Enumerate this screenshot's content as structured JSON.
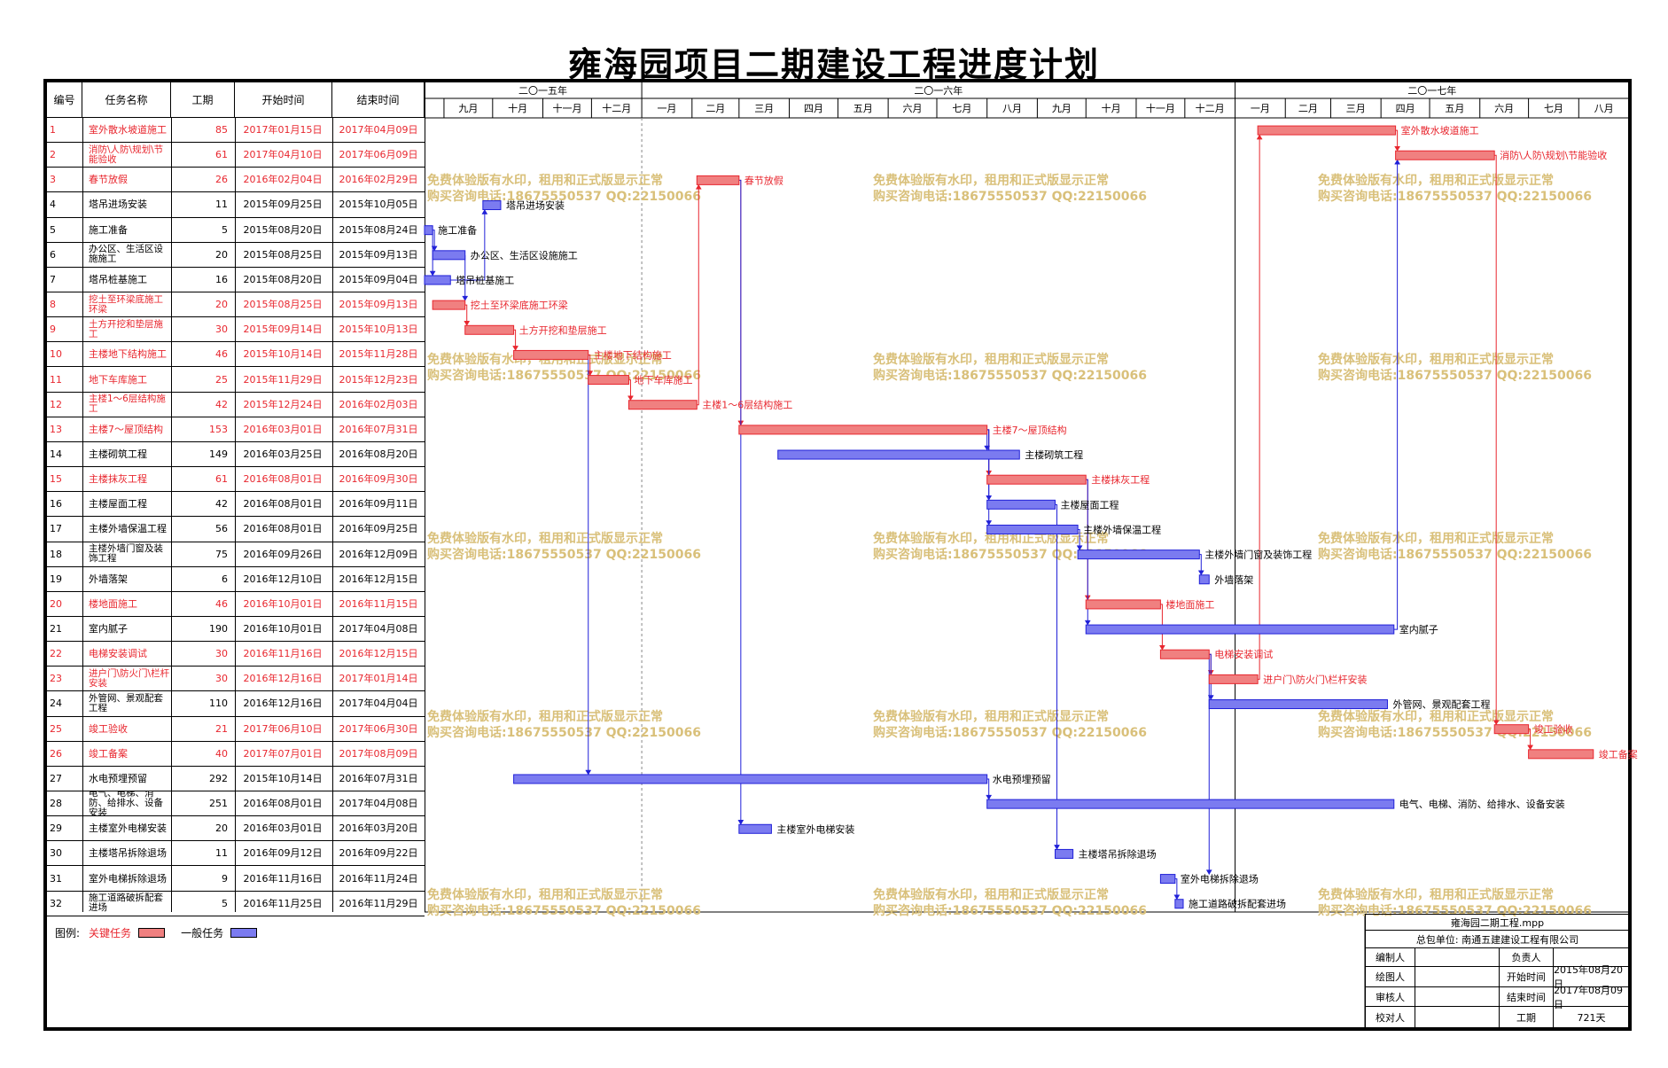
{
  "title": "雍海园项目二期建设工程进度计划",
  "columns": [
    "编号",
    "任务名称",
    "工期",
    "开始时间",
    "结束时间"
  ],
  "years": [
    {
      "label": "二〇一五年",
      "months": [
        "九月",
        "十月",
        "十一月",
        "十二月"
      ]
    },
    {
      "label": "二〇一六年",
      "months": [
        "一月",
        "二月",
        "三月",
        "四月",
        "五月",
        "六月",
        "七月",
        "八月",
        "九月",
        "十月",
        "十一月",
        "十二月"
      ]
    },
    {
      "label": "二〇一七年",
      "months": [
        "一月",
        "二月",
        "三月",
        "四月",
        "五月",
        "六月",
        "七月",
        "八月"
      ]
    }
  ],
  "tasks": [
    {
      "id": "1",
      "name": "室外散水坡道施工",
      "dur": "85",
      "start": "2017年01月15日",
      "end": "2017年04月09日",
      "critical": true
    },
    {
      "id": "2",
      "name": "消防\\人防\\规划\\节能验收",
      "dur": "61",
      "start": "2017年04月10日",
      "end": "2017年06月09日",
      "critical": true
    },
    {
      "id": "3",
      "name": "春节放假",
      "dur": "26",
      "start": "2016年02月04日",
      "end": "2016年02月29日",
      "critical": true
    },
    {
      "id": "4",
      "name": "塔吊进场安装",
      "dur": "11",
      "start": "2015年09月25日",
      "end": "2015年10月05日",
      "critical": false
    },
    {
      "id": "5",
      "name": "施工准备",
      "dur": "5",
      "start": "2015年08月20日",
      "end": "2015年08月24日",
      "critical": false
    },
    {
      "id": "6",
      "name": "办公区、生活区设施施工",
      "dur": "20",
      "start": "2015年08月25日",
      "end": "2015年09月13日",
      "critical": false
    },
    {
      "id": "7",
      "name": "塔吊桩基施工",
      "dur": "16",
      "start": "2015年08月20日",
      "end": "2015年09月04日",
      "critical": false
    },
    {
      "id": "8",
      "name": "挖土至环梁底施工环梁",
      "dur": "20",
      "start": "2015年08月25日",
      "end": "2015年09月13日",
      "critical": true
    },
    {
      "id": "9",
      "name": "土方开挖和垫层施工",
      "dur": "30",
      "start": "2015年09月14日",
      "end": "2015年10月13日",
      "critical": true
    },
    {
      "id": "10",
      "name": "主楼地下结构施工",
      "dur": "46",
      "start": "2015年10月14日",
      "end": "2015年11月28日",
      "critical": true
    },
    {
      "id": "11",
      "name": "地下车库施工",
      "dur": "25",
      "start": "2015年11月29日",
      "end": "2015年12月23日",
      "critical": true
    },
    {
      "id": "12",
      "name": "主楼1～6层结构施工",
      "dur": "42",
      "start": "2015年12月24日",
      "end": "2016年02月03日",
      "critical": true
    },
    {
      "id": "13",
      "name": "主楼7～屋顶结构",
      "dur": "153",
      "start": "2016年03月01日",
      "end": "2016年07月31日",
      "critical": true
    },
    {
      "id": "14",
      "name": "主楼砌筑工程",
      "dur": "149",
      "start": "2016年03月25日",
      "end": "2016年08月20日",
      "critical": false
    },
    {
      "id": "15",
      "name": "主楼抹灰工程",
      "dur": "61",
      "start": "2016年08月01日",
      "end": "2016年09月30日",
      "critical": true
    },
    {
      "id": "16",
      "name": "主楼屋面工程",
      "dur": "42",
      "start": "2016年08月01日",
      "end": "2016年09月11日",
      "critical": false
    },
    {
      "id": "17",
      "name": "主楼外墙保温工程",
      "dur": "56",
      "start": "2016年08月01日",
      "end": "2016年09月25日",
      "critical": false
    },
    {
      "id": "18",
      "name": "主楼外墙门窗及装饰工程",
      "dur": "75",
      "start": "2016年09月26日",
      "end": "2016年12月09日",
      "critical": false
    },
    {
      "id": "19",
      "name": "外墙落架",
      "dur": "6",
      "start": "2016年12月10日",
      "end": "2016年12月15日",
      "critical": false
    },
    {
      "id": "20",
      "name": "楼地面施工",
      "dur": "46",
      "start": "2016年10月01日",
      "end": "2016年11月15日",
      "critical": true
    },
    {
      "id": "21",
      "name": "室内腻子",
      "dur": "190",
      "start": "2016年10月01日",
      "end": "2017年04月08日",
      "critical": false
    },
    {
      "id": "22",
      "name": "电梯安装调试",
      "dur": "30",
      "start": "2016年11月16日",
      "end": "2016年12月15日",
      "critical": true
    },
    {
      "id": "23",
      "name": "进户门\\防火门\\栏杆安装",
      "dur": "30",
      "start": "2016年12月16日",
      "end": "2017年01月14日",
      "critical": true
    },
    {
      "id": "24",
      "name": "外管网、景观配套工程",
      "dur": "110",
      "start": "2016年12月16日",
      "end": "2017年04月04日",
      "critical": false
    },
    {
      "id": "25",
      "name": "竣工验收",
      "dur": "21",
      "start": "2017年06月10日",
      "end": "2017年06月30日",
      "critical": true
    },
    {
      "id": "26",
      "name": "竣工备案",
      "dur": "40",
      "start": "2017年07月01日",
      "end": "2017年08月09日",
      "critical": true
    },
    {
      "id": "27",
      "name": "水电预埋预留",
      "dur": "292",
      "start": "2015年10月14日",
      "end": "2016年07月31日",
      "critical": false
    },
    {
      "id": "28",
      "name": "电气、电梯、消防、给排水、设备安装",
      "dur": "251",
      "start": "2016年08月01日",
      "end": "2017年04月08日",
      "critical": false
    },
    {
      "id": "29",
      "name": "主楼室外电梯安装",
      "dur": "20",
      "start": "2016年03月01日",
      "end": "2016年03月20日",
      "critical": false
    },
    {
      "id": "30",
      "name": "主楼塔吊拆除退场",
      "dur": "11",
      "start": "2016年09月12日",
      "end": "2016年09月22日",
      "critical": false
    },
    {
      "id": "31",
      "name": "室外电梯拆除退场",
      "dur": "9",
      "start": "2016年11月16日",
      "end": "2016年11月24日",
      "critical": false
    },
    {
      "id": "32",
      "name": "施工道路破拆配套进场",
      "dur": "5",
      "start": "2016年11月25日",
      "end": "2016年11月29日",
      "critical": false
    }
  ],
  "watermark": {
    "line1": "免费体验版有水印，租用和正式版显示正常",
    "line2": "购买咨询电话:18675550537 QQ:22150066"
  },
  "legend": {
    "label": "图例:",
    "critical": "关键任务",
    "normal": "一般任务"
  },
  "info": {
    "file": "雍海园二期工程.mpp",
    "contractor": "总包单位: 南通五建建设工程有限公司",
    "editor_label": "编制人",
    "responsible_label": "负责人",
    "drafter_label": "绘图人",
    "start_label": "开始时间",
    "start_value": "2015年08月20日",
    "reviewer_label": "审核人",
    "end_label": "结束时间",
    "end_value": "2017年08月09日",
    "checker_label": "校对人",
    "duration_label": "工期",
    "duration_value": "721天"
  },
  "colors": {
    "critical_fill": "#f08080",
    "critical_line": "#e8262e",
    "normal_fill": "#7b7bf0",
    "normal_line": "#2020d8",
    "watermark": "#d9c07a"
  },
  "chart_data": {
    "type": "gantt",
    "title": "雍海园项目二期建设工程进度计划",
    "x_axis_range": [
      "2015-08-20",
      "2017-08-31"
    ],
    "series": [
      {
        "name": "关键任务",
        "tasks": [
          "1",
          "2",
          "3",
          "8",
          "9",
          "10",
          "11",
          "12",
          "13",
          "15",
          "20",
          "22",
          "23",
          "25",
          "26"
        ]
      },
      {
        "name": "一般任务",
        "tasks": [
          "4",
          "5",
          "6",
          "7",
          "14",
          "16",
          "17",
          "18",
          "19",
          "21",
          "24",
          "27",
          "28",
          "29",
          "30",
          "31",
          "32"
        ]
      }
    ]
  }
}
